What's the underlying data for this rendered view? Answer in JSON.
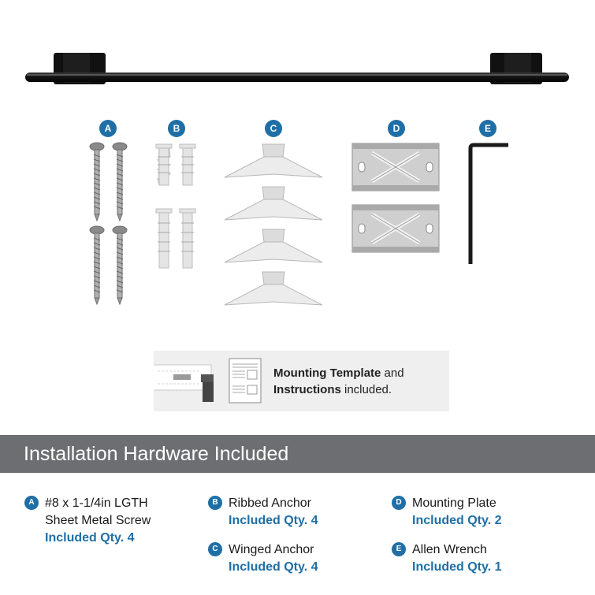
{
  "template_box": {
    "bold1": "Mounting Template",
    "text1": " and",
    "bold2": "Instructions",
    "text2": " included."
  },
  "header": {
    "title": "Installation Hardware Included"
  },
  "badges": {
    "a": "A",
    "b": "B",
    "c": "C",
    "d": "D",
    "e": "E"
  },
  "legend": {
    "a": {
      "badge": "A",
      "line1": "#8 x 1-1/4in LGTH",
      "line2": "Sheet Metal Screw",
      "qty": "Included Qty. 4"
    },
    "b": {
      "badge": "B",
      "line1": "Ribbed Anchor",
      "qty": "Included Qty. 4"
    },
    "c": {
      "badge": "C",
      "line1": "Winged Anchor",
      "qty": "Included Qty. 4"
    },
    "d": {
      "badge": "D",
      "line1": "Mounting Plate",
      "qty": "Included Qty. 2"
    },
    "e": {
      "badge": "E",
      "line1": "Allen Wrench",
      "qty": "Included Qty. 1"
    }
  }
}
